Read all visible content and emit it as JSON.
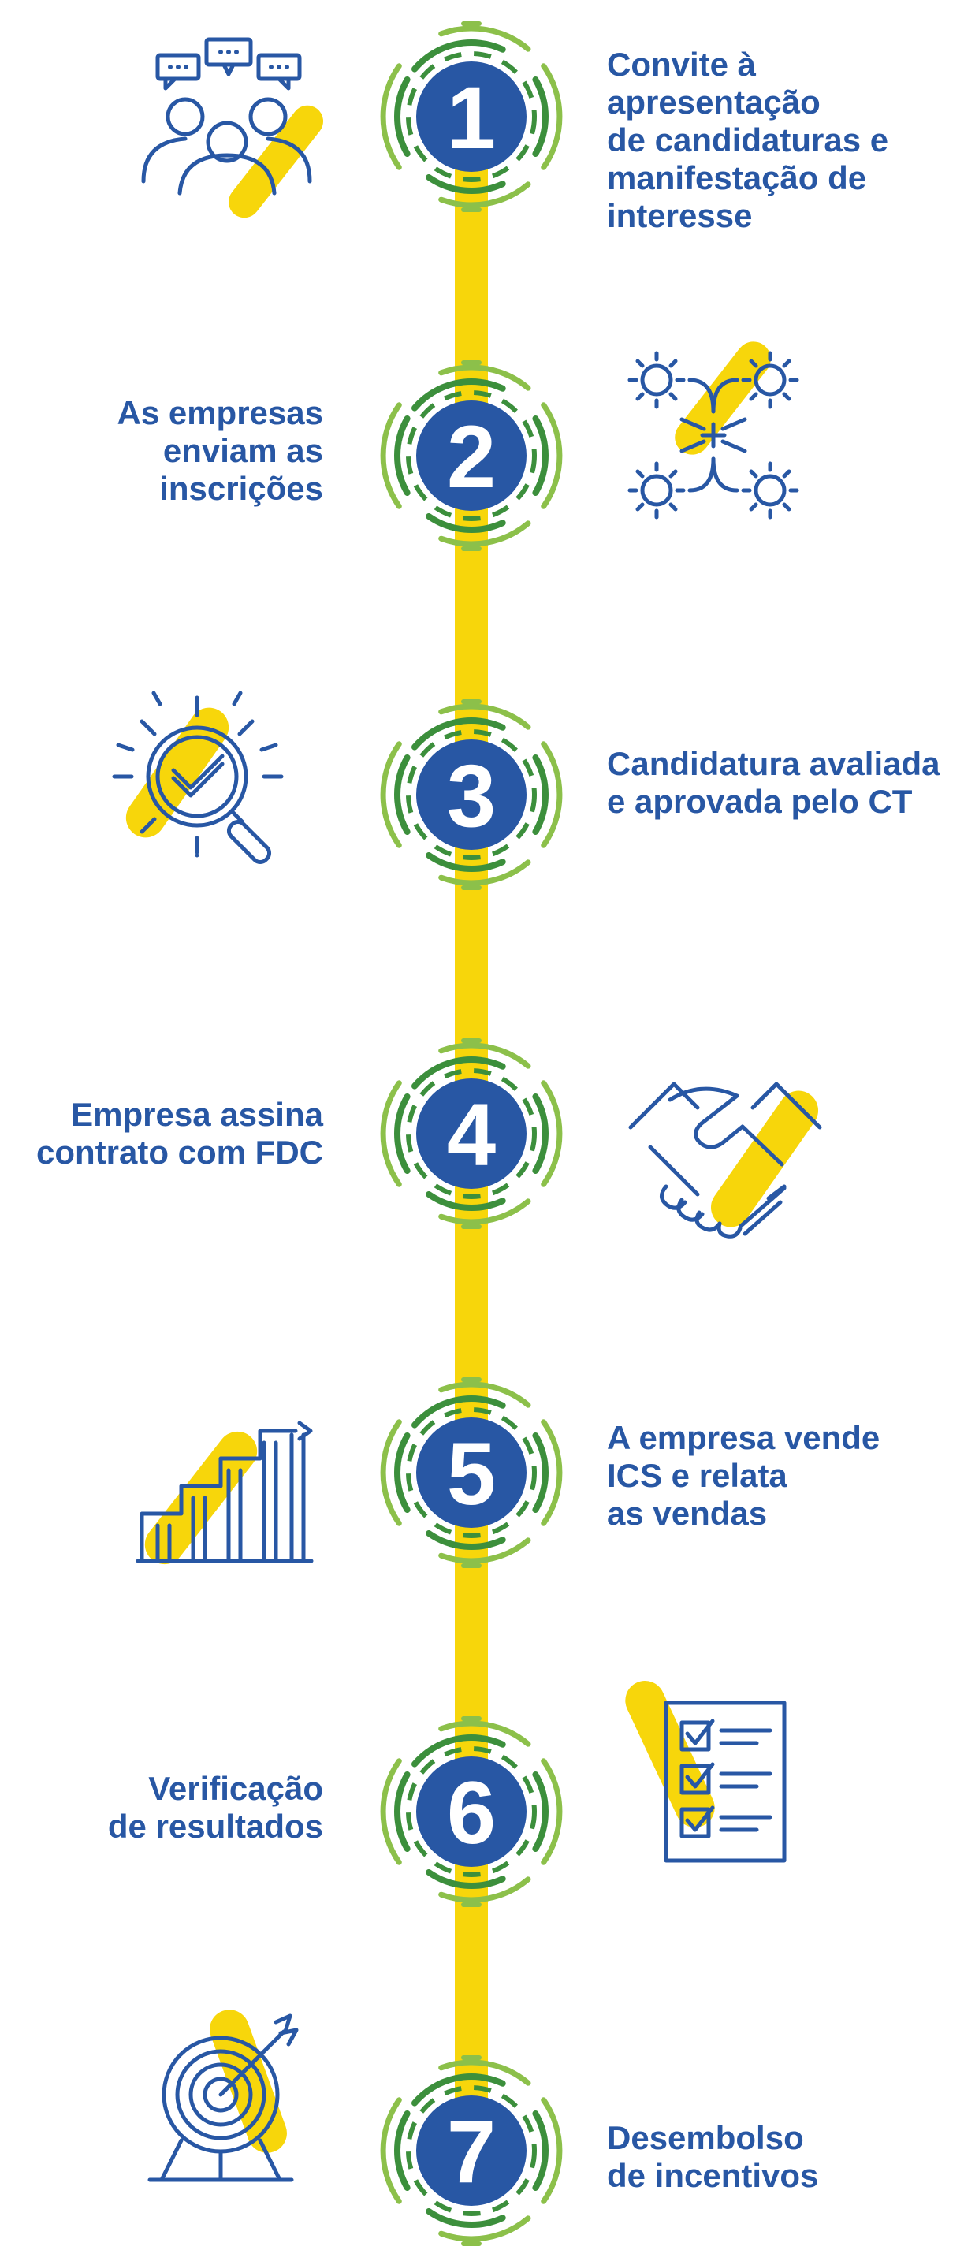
{
  "colors": {
    "blue": "#2857a4",
    "yellow": "#f7d60b",
    "green_dark": "#3c8f3c",
    "green_light": "#8cc04a",
    "white": "#ffffff"
  },
  "steps": [
    {
      "number": "1",
      "side": "right",
      "text": "Convite à apresentação\nde candidaturas e\nmanifestação de\ninteresse",
      "icon": "people-chat-icon"
    },
    {
      "number": "2",
      "side": "left",
      "text": "As empresas\nenviam as inscrições",
      "icon": "gears-network-icon"
    },
    {
      "number": "3",
      "side": "right",
      "text": "Candidatura avaliada\ne aprovada pelo CT",
      "icon": "magnifier-check-icon"
    },
    {
      "number": "4",
      "side": "left",
      "text": "Empresa assina\ncontrato com FDC",
      "icon": "handshake-icon"
    },
    {
      "number": "5",
      "side": "right",
      "text": "A empresa vende\nICS e relata\nas vendas",
      "icon": "growth-chart-icon"
    },
    {
      "number": "6",
      "side": "left",
      "text": "Verificação\nde resultados",
      "icon": "checklist-icon"
    },
    {
      "number": "7",
      "side": "right",
      "text": "Desembolso\nde incentivos",
      "icon": "target-icon"
    }
  ]
}
